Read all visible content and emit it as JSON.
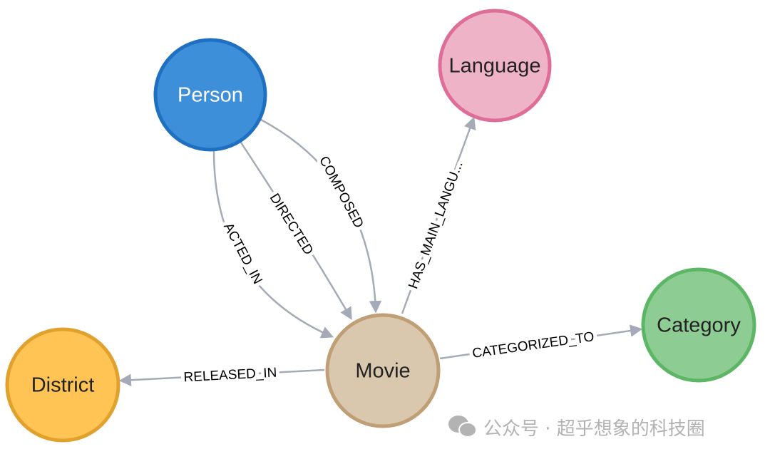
{
  "nodes": {
    "person": {
      "label": "Person",
      "fill": "#3d8fd9",
      "stroke": "#1f70c1",
      "text": "#ffffff"
    },
    "language": {
      "label": "Language",
      "fill": "#efb3c8",
      "stroke": "#de6e97",
      "text": "#222222"
    },
    "movie": {
      "label": "Movie",
      "fill": "#d9c8ae",
      "stroke": "#c09e76",
      "text": "#222222"
    },
    "category": {
      "label": "Category",
      "fill": "#8dcc93",
      "stroke": "#5db665",
      "text": "#222222"
    },
    "district": {
      "label": "District",
      "fill": "#ffc454",
      "stroke": "#e0a12d",
      "text": "#222222"
    }
  },
  "edges": {
    "acted_in": "ACTED_IN",
    "directed": "DIRECTED",
    "composed": "COMPOSED",
    "has_main_language": "HAS_MAIN_LANGU...",
    "categorized_to": "CATEGORIZED_TO",
    "released_in": "RELEASED_IN"
  },
  "watermark": {
    "text": "公众号 · 超乎想象的科技圈"
  }
}
